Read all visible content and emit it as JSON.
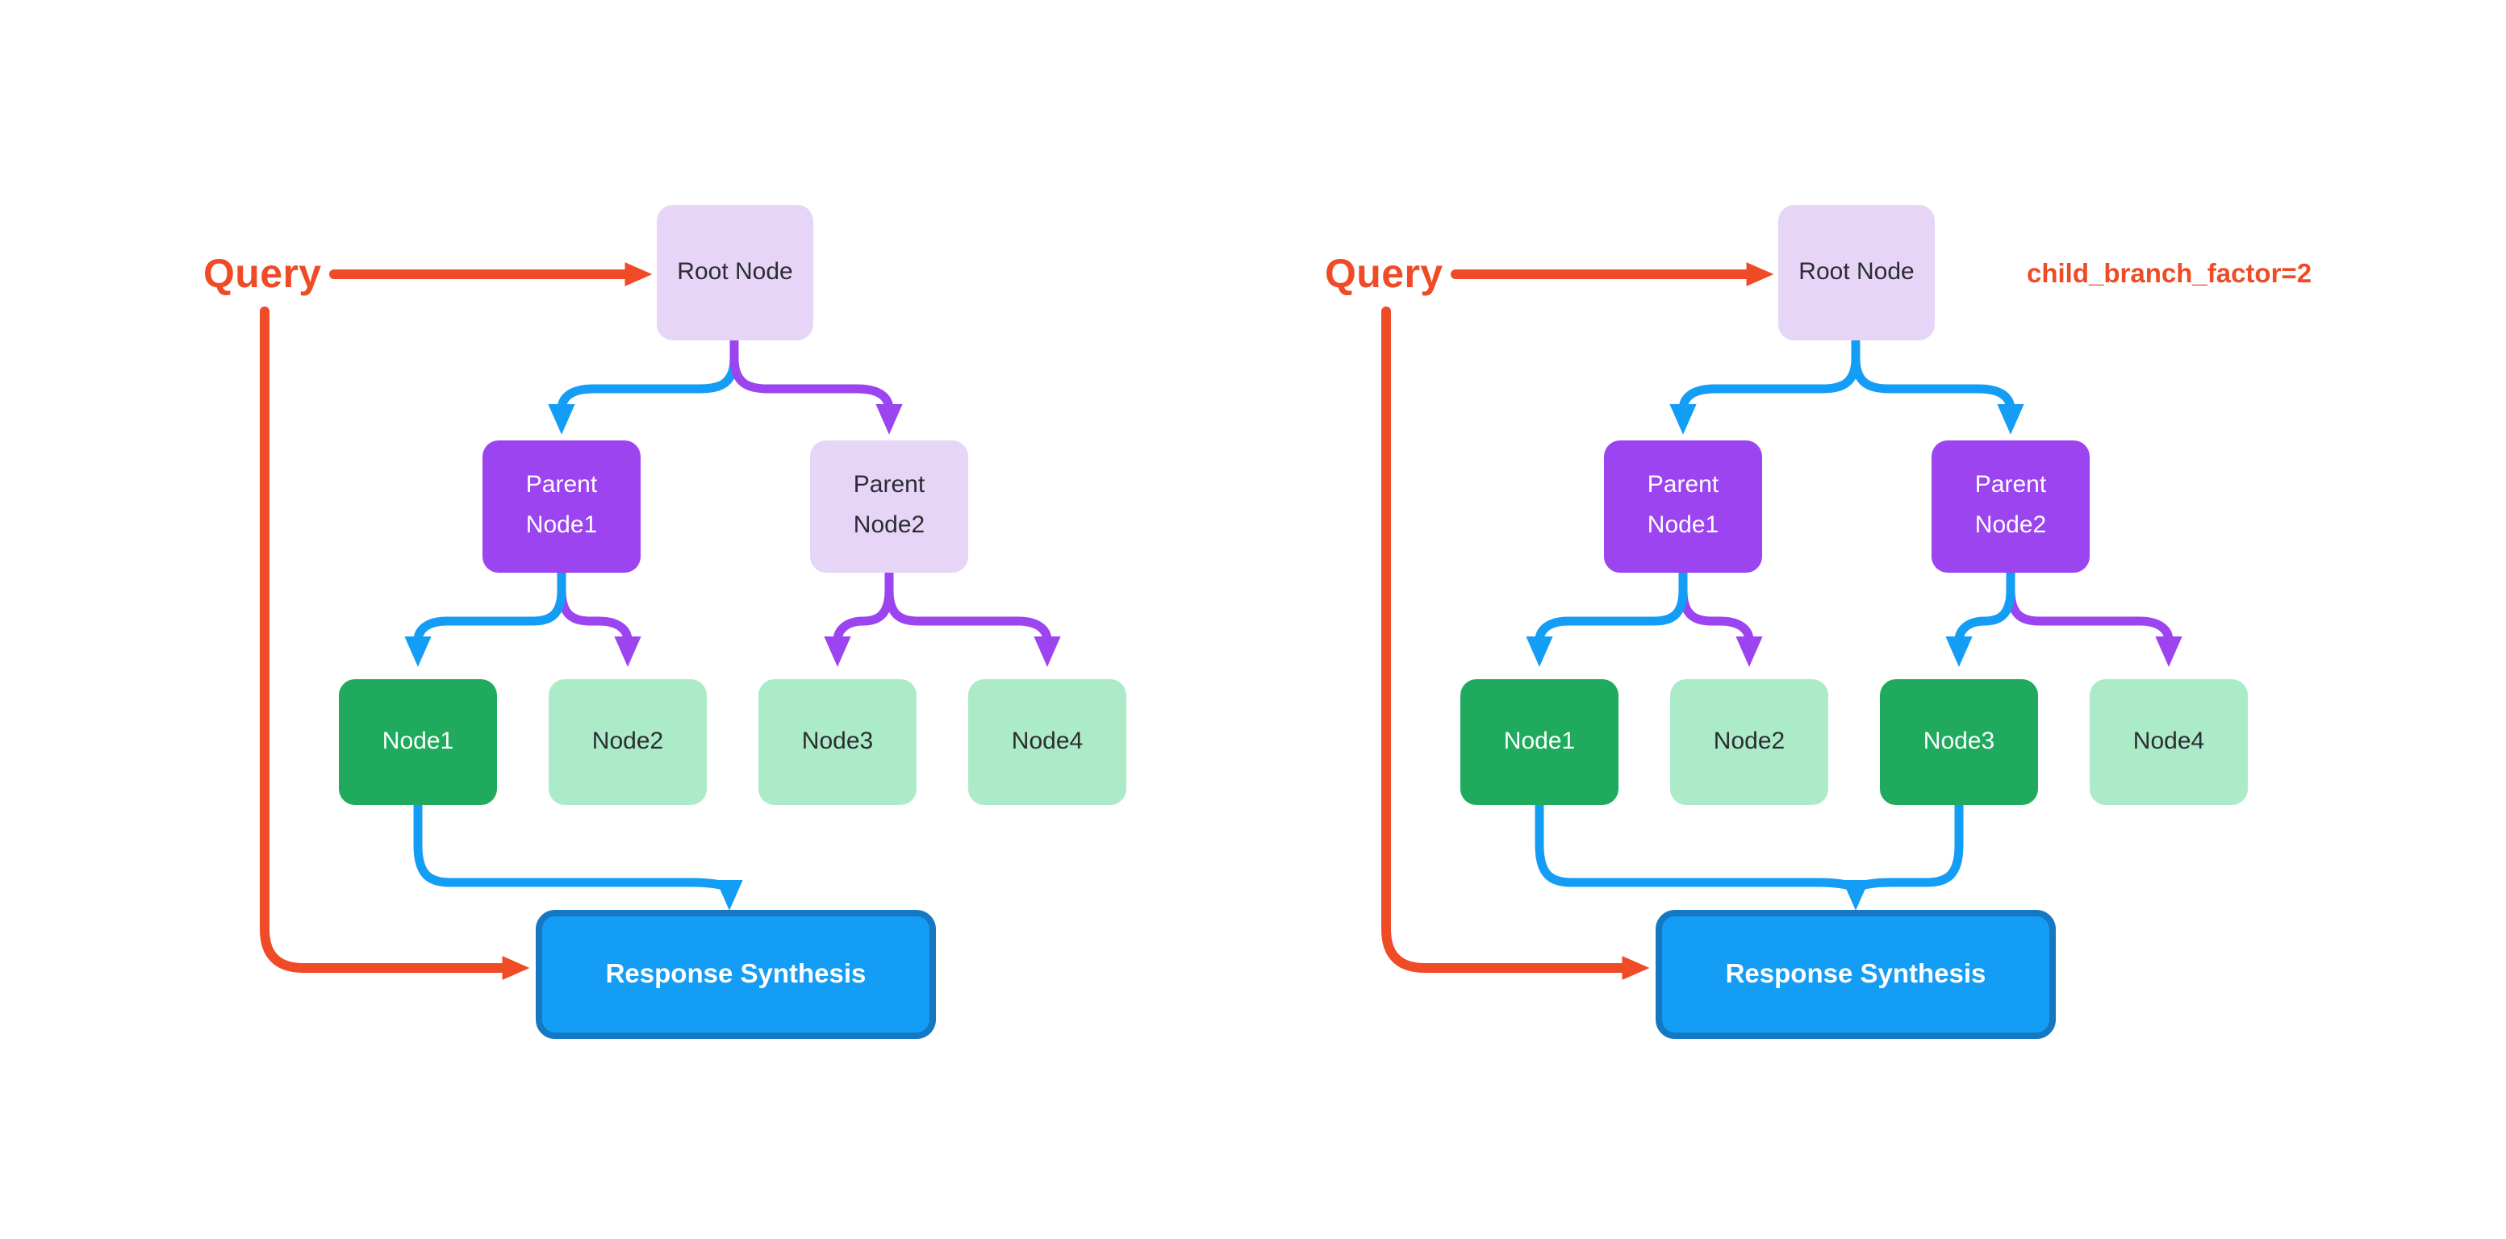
{
  "colors": {
    "red": "#EE4B26",
    "blue": "#149DF4",
    "blue-dark": "#1478C4",
    "purple": "#9B44F0",
    "lavender": "#E6D5F7",
    "green": "#1FAA5E",
    "green-light": "#ABEBC8",
    "text-dark": "#2C2C33",
    "background": "#FFFFFF"
  },
  "left_diagram": {
    "query_label": "Query",
    "root": {
      "label": "Root Node",
      "selected": false
    },
    "parents": [
      {
        "label": "Parent Node1",
        "selected": true
      },
      {
        "label": "Parent Node2",
        "selected": false
      }
    ],
    "leaves": [
      {
        "label": "Node1",
        "selected": true
      },
      {
        "label": "Node2",
        "selected": false
      },
      {
        "label": "Node3",
        "selected": false
      },
      {
        "label": "Node4",
        "selected": false
      }
    ],
    "synthesis_label": "Response Synthesis"
  },
  "right_diagram": {
    "query_label": "Query",
    "annotation_label": "child_branch_factor=2",
    "root": {
      "label": "Root Node",
      "selected": false
    },
    "parents": [
      {
        "label": "Parent Node1",
        "selected": true
      },
      {
        "label": "Parent Node2",
        "selected": true
      }
    ],
    "leaves": [
      {
        "label": "Node1",
        "selected": true
      },
      {
        "label": "Node2",
        "selected": false
      },
      {
        "label": "Node3",
        "selected": true
      },
      {
        "label": "Node4",
        "selected": false
      }
    ],
    "synthesis_label": "Response Synthesis"
  }
}
